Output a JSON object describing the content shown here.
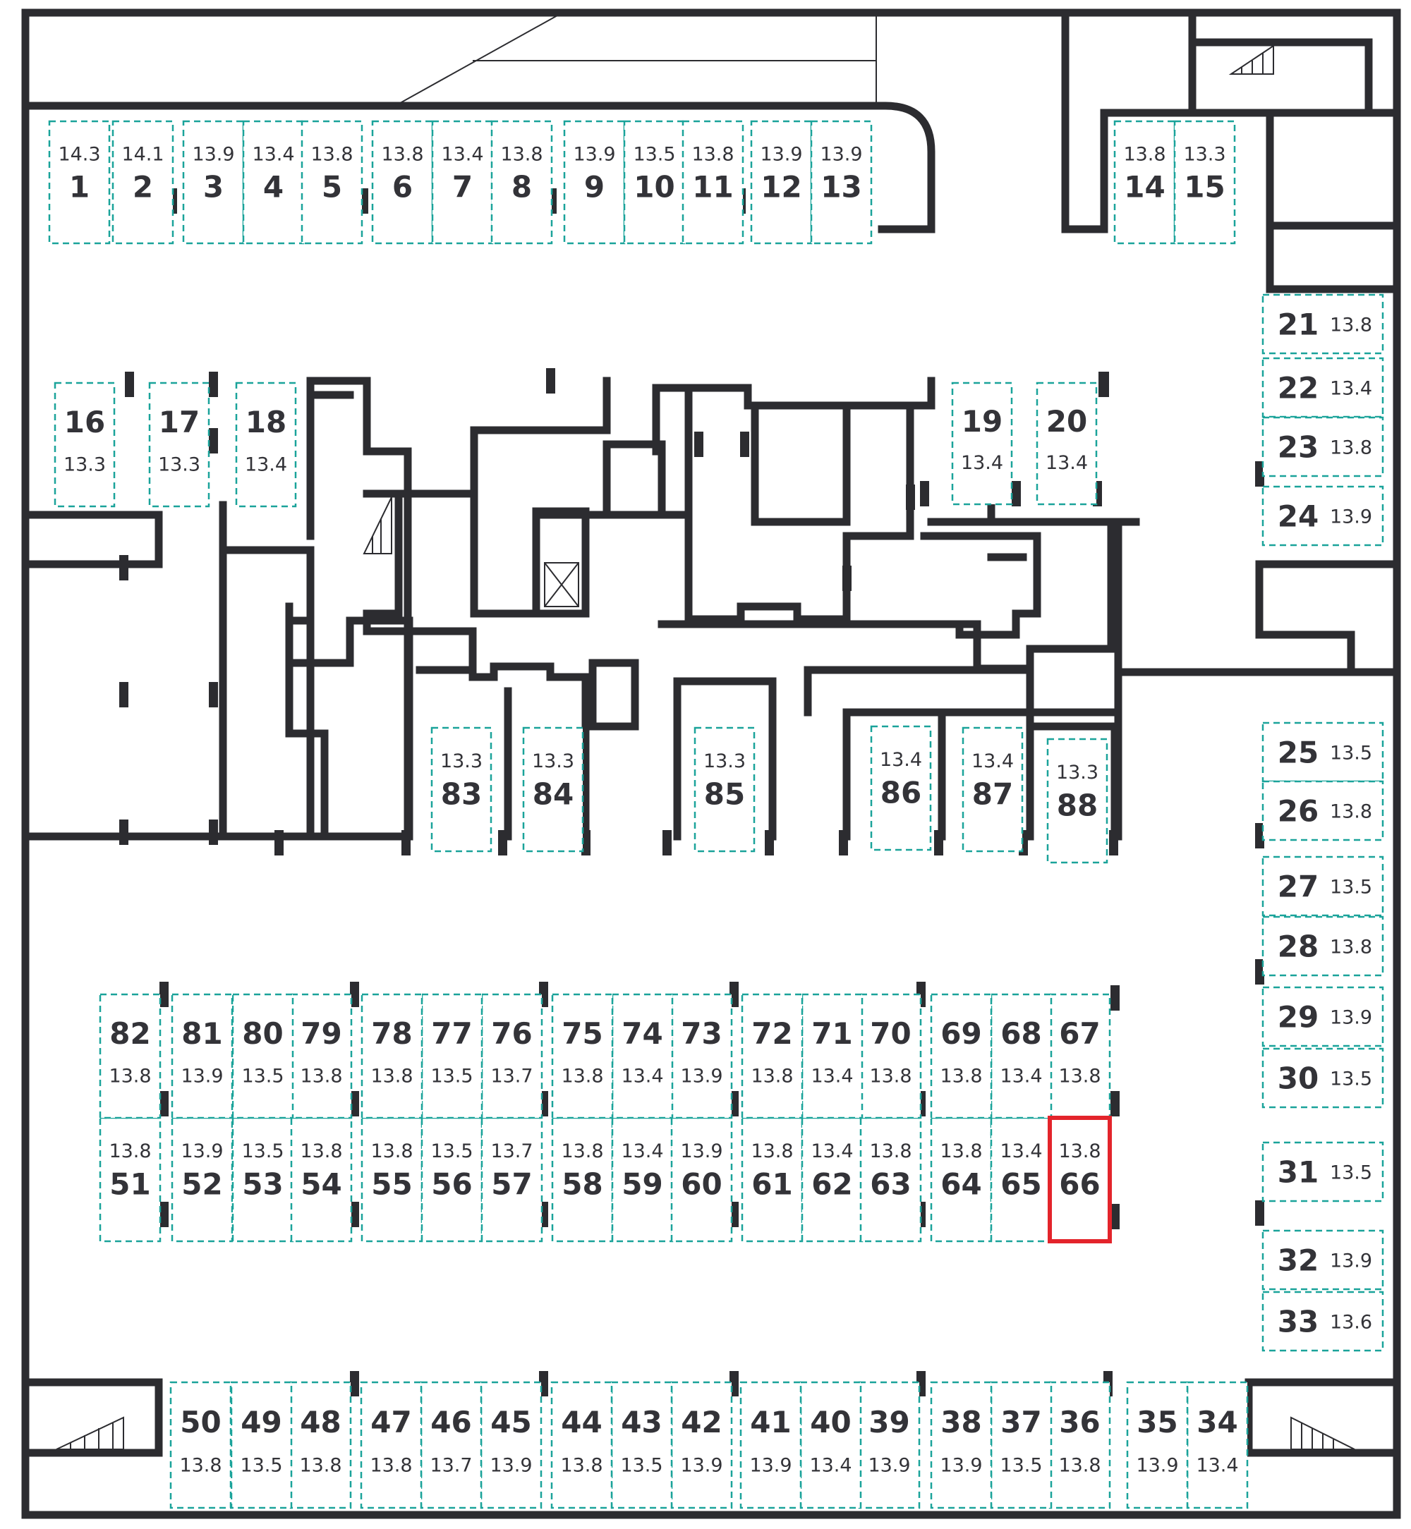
{
  "highlight": {
    "space": "66",
    "color": "#e3242b"
  },
  "colors": {
    "wall": "#2c2c30",
    "space_border": "#1aa39a",
    "text": "#333338"
  },
  "spaces": [
    {
      "num": "1",
      "area": "14.3"
    },
    {
      "num": "2",
      "area": "14.1"
    },
    {
      "num": "3",
      "area": "13.9"
    },
    {
      "num": "4",
      "area": "13.4"
    },
    {
      "num": "5",
      "area": "13.8"
    },
    {
      "num": "6",
      "area": "13.8"
    },
    {
      "num": "7",
      "area": "13.4"
    },
    {
      "num": "8",
      "area": "13.8"
    },
    {
      "num": "9",
      "area": "13.9"
    },
    {
      "num": "10",
      "area": "13.5"
    },
    {
      "num": "11",
      "area": "13.8"
    },
    {
      "num": "12",
      "area": "13.9"
    },
    {
      "num": "13",
      "area": "13.9"
    },
    {
      "num": "14",
      "area": "13.8"
    },
    {
      "num": "15",
      "area": "13.3"
    },
    {
      "num": "16",
      "area": "13.3"
    },
    {
      "num": "17",
      "area": "13.3"
    },
    {
      "num": "18",
      "area": "13.4"
    },
    {
      "num": "19",
      "area": "13.4"
    },
    {
      "num": "20",
      "area": "13.4"
    },
    {
      "num": "21",
      "area": "13.8"
    },
    {
      "num": "22",
      "area": "13.4"
    },
    {
      "num": "23",
      "area": "13.8"
    },
    {
      "num": "24",
      "area": "13.9"
    },
    {
      "num": "25",
      "area": "13.5"
    },
    {
      "num": "26",
      "area": "13.8"
    },
    {
      "num": "27",
      "area": "13.5"
    },
    {
      "num": "28",
      "area": "13.8"
    },
    {
      "num": "29",
      "area": "13.9"
    },
    {
      "num": "30",
      "area": "13.5"
    },
    {
      "num": "31",
      "area": "13.5"
    },
    {
      "num": "32",
      "area": "13.9"
    },
    {
      "num": "33",
      "area": "13.6"
    },
    {
      "num": "34",
      "area": "13.4"
    },
    {
      "num": "35",
      "area": "13.9"
    },
    {
      "num": "36",
      "area": "13.8"
    },
    {
      "num": "37",
      "area": "13.5"
    },
    {
      "num": "38",
      "area": "13.9"
    },
    {
      "num": "39",
      "area": "13.9"
    },
    {
      "num": "40",
      "area": "13.4"
    },
    {
      "num": "41",
      "area": "13.9"
    },
    {
      "num": "42",
      "area": "13.9"
    },
    {
      "num": "43",
      "area": "13.5"
    },
    {
      "num": "44",
      "area": "13.8"
    },
    {
      "num": "45",
      "area": "13.9"
    },
    {
      "num": "46",
      "area": "13.7"
    },
    {
      "num": "47",
      "area": "13.8"
    },
    {
      "num": "48",
      "area": "13.8"
    },
    {
      "num": "49",
      "area": "13.5"
    },
    {
      "num": "50",
      "area": "13.8"
    },
    {
      "num": "51",
      "area": "13.8"
    },
    {
      "num": "52",
      "area": "13.9"
    },
    {
      "num": "53",
      "area": "13.5"
    },
    {
      "num": "54",
      "area": "13.8"
    },
    {
      "num": "55",
      "area": "13.8"
    },
    {
      "num": "56",
      "area": "13.5"
    },
    {
      "num": "57",
      "area": "13.7"
    },
    {
      "num": "58",
      "area": "13.8"
    },
    {
      "num": "59",
      "area": "13.4"
    },
    {
      "num": "60",
      "area": "13.9"
    },
    {
      "num": "61",
      "area": "13.8"
    },
    {
      "num": "62",
      "area": "13.4"
    },
    {
      "num": "63",
      "area": "13.8"
    },
    {
      "num": "64",
      "area": "13.8"
    },
    {
      "num": "65",
      "area": "13.4"
    },
    {
      "num": "66",
      "area": "13.8"
    },
    {
      "num": "67",
      "area": "13.8"
    },
    {
      "num": "68",
      "area": "13.4"
    },
    {
      "num": "69",
      "area": "13.8"
    },
    {
      "num": "70",
      "area": "13.8"
    },
    {
      "num": "71",
      "area": "13.4"
    },
    {
      "num": "72",
      "area": "13.8"
    },
    {
      "num": "73",
      "area": "13.9"
    },
    {
      "num": "74",
      "area": "13.4"
    },
    {
      "num": "75",
      "area": "13.8"
    },
    {
      "num": "76",
      "area": "13.7"
    },
    {
      "num": "77",
      "area": "13.5"
    },
    {
      "num": "78",
      "area": "13.8"
    },
    {
      "num": "79",
      "area": "13.8"
    },
    {
      "num": "80",
      "area": "13.5"
    },
    {
      "num": "81",
      "area": "13.9"
    },
    {
      "num": "82",
      "area": "13.8"
    },
    {
      "num": "83",
      "area": "13.3"
    },
    {
      "num": "84",
      "area": "13.3"
    },
    {
      "num": "85",
      "area": "13.3"
    },
    {
      "num": "86",
      "area": "13.4"
    },
    {
      "num": "87",
      "area": "13.4"
    },
    {
      "num": "88",
      "area": "13.3"
    }
  ]
}
